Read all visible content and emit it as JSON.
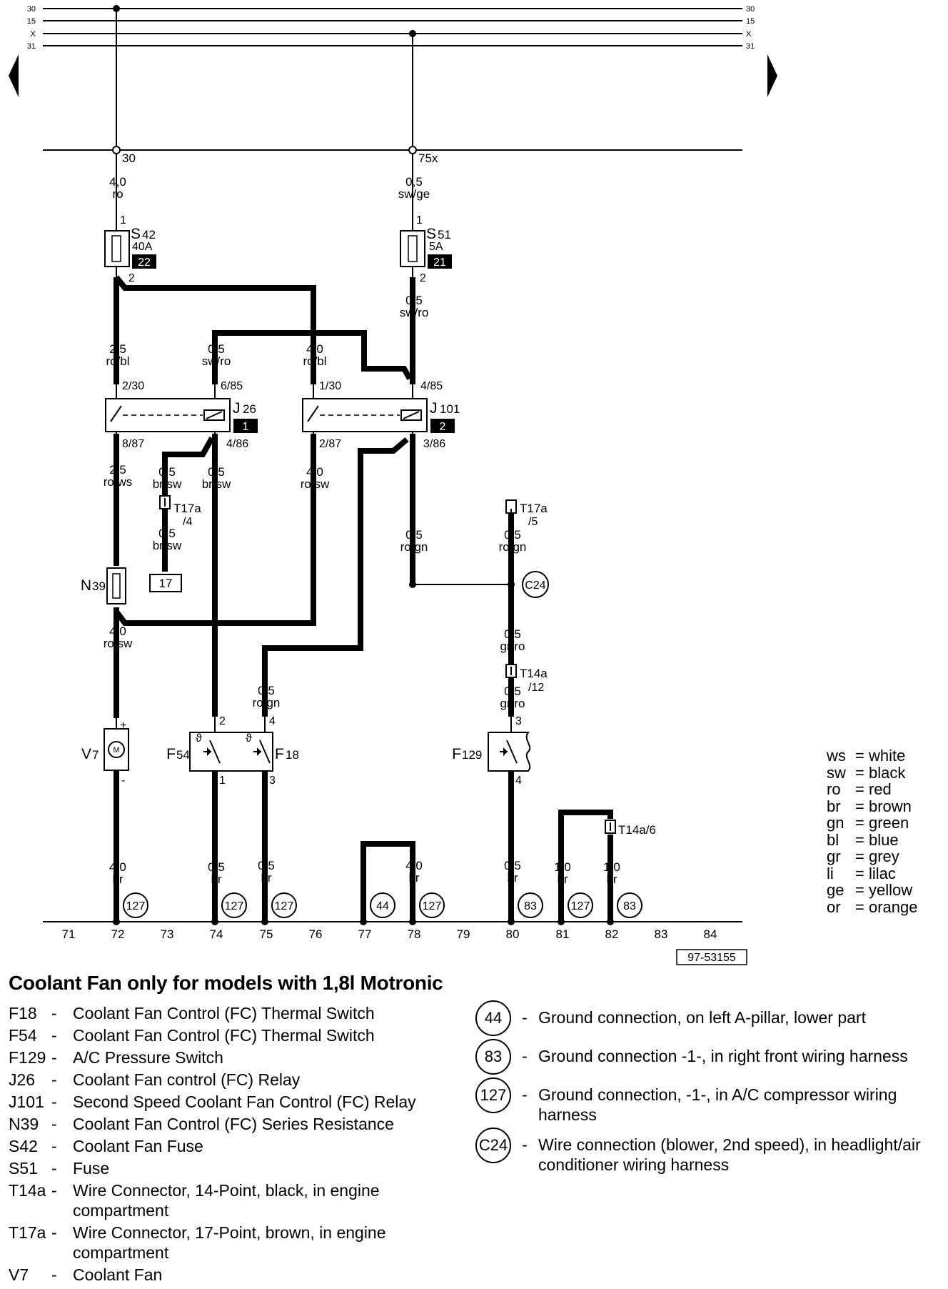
{
  "rails": {
    "left": [
      "30",
      "15",
      "X",
      "31"
    ],
    "right": [
      "30",
      "15",
      "X",
      "31"
    ],
    "bus_terminal_left": "30",
    "bus_terminal_right": "75x"
  },
  "wires": {
    "w1": [
      "4,0",
      "ro"
    ],
    "w2": [
      "0,5",
      "sw/ge"
    ],
    "w3": [
      "0,5",
      "sw/ro"
    ],
    "w4": [
      "2,5",
      "ro/bl"
    ],
    "w5": [
      "0,5",
      "sw/ro"
    ],
    "w6": [
      "4,0",
      "ro/bl"
    ],
    "w7": [
      "2,5",
      "ro/ws"
    ],
    "w8": [
      "0,5",
      "br/sw"
    ],
    "w9": [
      "0,5",
      "br/sw"
    ],
    "w10": [
      "4,0",
      "ro/sw"
    ],
    "w11": [
      "0,5",
      "br/sw"
    ],
    "w12": [
      "0,5",
      "ro/gn"
    ],
    "w13": [
      "0,5",
      "ro/gn"
    ],
    "w14": [
      "4,0",
      "ro/sw"
    ],
    "w15": [
      "0,5",
      "ro/gn"
    ],
    "w16": [
      "0,5",
      "gr/ro"
    ],
    "w17": [
      "0,5",
      "gr/ro"
    ],
    "w18": [
      "4,0",
      "br"
    ],
    "w19": [
      "0,5",
      "br"
    ],
    "w20": [
      "0,5",
      "br"
    ],
    "w21": [
      "4,0",
      "br"
    ],
    "w22": [
      "0,5",
      "br"
    ],
    "w23": [
      "1,0",
      "br"
    ],
    "w24": [
      "1,0",
      "br"
    ]
  },
  "fuses": {
    "s42": {
      "name": "S",
      "sub": "42",
      "rating": "40A",
      "slot": "22",
      "pin_in": "1",
      "pin_out": "2"
    },
    "s51": {
      "name": "S",
      "sub": "51",
      "rating": "5A",
      "slot": "21",
      "pin_in": "1",
      "pin_out": "2"
    }
  },
  "relays": {
    "j26": {
      "name": "J",
      "sub": "26",
      "slot": "1",
      "pins": [
        "2/30",
        "6/85",
        "8/87",
        "4/86"
      ]
    },
    "j101": {
      "name": "J",
      "sub": "101",
      "slot": "2",
      "pins": [
        "1/30",
        "4/85",
        "2/87",
        "3/86"
      ]
    }
  },
  "connectors": {
    "t17a_4": {
      "name": "T17a",
      "pin": "/4"
    },
    "t17a_5": {
      "name": "T17a",
      "pin": "/5"
    },
    "t14a_12": {
      "name": "T14a",
      "pin": "/12"
    },
    "t14a_6": {
      "label": "T14a/6"
    }
  },
  "components": {
    "n39": {
      "name": "N",
      "sub": "39"
    },
    "v7": {
      "name": "V",
      "sub": "7",
      "pin_plus": "+",
      "pin_minus": "-",
      "symbol": "M"
    },
    "f54": {
      "name": "F",
      "sub": "54",
      "pin_in": "2",
      "pin_out": "1"
    },
    "f18": {
      "name": "F",
      "sub": "18",
      "pin_in": "4",
      "pin_out": "3"
    },
    "f129": {
      "name": "F",
      "sub": "129",
      "pin_in": "3",
      "pin_out": "4"
    }
  },
  "ref_box": "17",
  "splice_c24": "C24",
  "ground_labels": [
    "127",
    "127",
    "127",
    "44",
    "127",
    "83",
    "127",
    "83"
  ],
  "tracks": [
    "71",
    "72",
    "73",
    "74",
    "75",
    "76",
    "77",
    "78",
    "79",
    "80",
    "81",
    "82",
    "83",
    "84"
  ],
  "drawing_number": "97-53155",
  "color_legend": [
    {
      "code": "ws",
      "color": "= white"
    },
    {
      "code": "sw",
      "color": "= black"
    },
    {
      "code": "ro",
      "color": "= red"
    },
    {
      "code": "br",
      "color": "= brown"
    },
    {
      "code": "gn",
      "color": "= green"
    },
    {
      "code": "bl",
      "color": "= blue"
    },
    {
      "code": "gr",
      "color": "= grey"
    },
    {
      "code": "li",
      "color": "= lilac"
    },
    {
      "code": "ge",
      "color": "= yellow"
    },
    {
      "code": "or",
      "color": "= orange"
    }
  ],
  "title": "Coolant Fan only for models with 1,8l Motronic",
  "component_key": [
    {
      "code": "F18",
      "desc": "Coolant Fan Control (FC) Thermal Switch"
    },
    {
      "code": "F54",
      "desc": "Coolant Fan Control (FC) Thermal Switch"
    },
    {
      "code": "F129",
      "desc": "A/C Pressure Switch"
    },
    {
      "code": "J26",
      "desc": "Coolant Fan control (FC) Relay"
    },
    {
      "code": "J101",
      "desc": "Second Speed Coolant Fan Control (FC) Relay"
    },
    {
      "code": "N39",
      "desc": "Coolant Fan Control (FC) Series Resistance"
    },
    {
      "code": "S42",
      "desc": "Coolant Fan Fuse"
    },
    {
      "code": "S51",
      "desc": "Fuse"
    },
    {
      "code": "T14a",
      "desc": "Wire Connector, 14-Point, black, in engine compartment"
    },
    {
      "code": "T17a",
      "desc": "Wire Connector, 17-Point, brown, in engine compartment"
    },
    {
      "code": "V7",
      "desc": "Coolant Fan"
    }
  ],
  "ground_key": [
    {
      "num": "44",
      "desc": "Ground connection, on left A-pillar, lower part"
    },
    {
      "num": "83",
      "desc": "Ground connection -1-, in right front wiring harness"
    },
    {
      "num": "127",
      "desc": "Ground connection, -1-, in A/C compressor wiring harness"
    },
    {
      "num": "C24",
      "desc": "Wire connection (blower, 2nd speed), in headlight/air conditioner wiring harness"
    }
  ],
  "dash": "-"
}
